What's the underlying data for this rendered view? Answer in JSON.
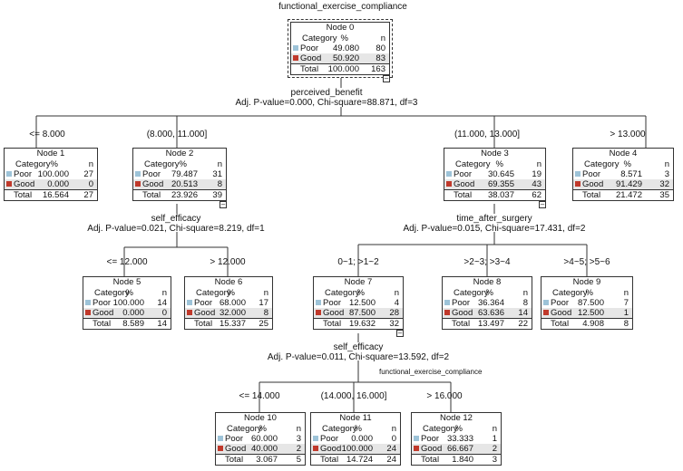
{
  "top_label": "functional_exercise_compliance",
  "mid_label": "functional_exercise_compliance",
  "colors": {
    "poor": "#9dc3d8",
    "good": "#c0392b"
  },
  "headers": {
    "category": "Category",
    "pct": "%",
    "n": "n"
  },
  "nodes": [
    {
      "title": "Node 0",
      "rows": [
        {
          "label": "Poor",
          "pct": "49.080",
          "n": "80"
        },
        {
          "label": "Good",
          "pct": "50.920",
          "n": "83"
        },
        {
          "label": "Total",
          "pct": "100.000",
          "n": "163"
        }
      ]
    },
    {
      "title": "Node 1",
      "rows": [
        {
          "label": "Poor",
          "pct": "100.000",
          "n": "27"
        },
        {
          "label": "Good",
          "pct": "0.000",
          "n": "0"
        },
        {
          "label": "Total",
          "pct": "16.564",
          "n": "27"
        }
      ]
    },
    {
      "title": "Node 2",
      "rows": [
        {
          "label": "Poor",
          "pct": "79.487",
          "n": "31"
        },
        {
          "label": "Good",
          "pct": "20.513",
          "n": "8"
        },
        {
          "label": "Total",
          "pct": "23.926",
          "n": "39"
        }
      ]
    },
    {
      "title": "Node 3",
      "rows": [
        {
          "label": "Poor",
          "pct": "30.645",
          "n": "19"
        },
        {
          "label": "Good",
          "pct": "69.355",
          "n": "43"
        },
        {
          "label": "Total",
          "pct": "38.037",
          "n": "62"
        }
      ]
    },
    {
      "title": "Node 4",
      "rows": [
        {
          "label": "Poor",
          "pct": "8.571",
          "n": "3"
        },
        {
          "label": "Good",
          "pct": "91.429",
          "n": "32"
        },
        {
          "label": "Total",
          "pct": "21.472",
          "n": "35"
        }
      ]
    },
    {
      "title": "Node 5",
      "rows": [
        {
          "label": "Poor",
          "pct": "100.000",
          "n": "14"
        },
        {
          "label": "Good",
          "pct": "0.000",
          "n": "0"
        },
        {
          "label": "Total",
          "pct": "8.589",
          "n": "14"
        }
      ]
    },
    {
      "title": "Node 6",
      "rows": [
        {
          "label": "Poor",
          "pct": "68.000",
          "n": "17"
        },
        {
          "label": "Good",
          "pct": "32.000",
          "n": "8"
        },
        {
          "label": "Total",
          "pct": "15.337",
          "n": "25"
        }
      ]
    },
    {
      "title": "Node 7",
      "rows": [
        {
          "label": "Poor",
          "pct": "12.500",
          "n": "4"
        },
        {
          "label": "Good",
          "pct": "87.500",
          "n": "28"
        },
        {
          "label": "Total",
          "pct": "19.632",
          "n": "32"
        }
      ]
    },
    {
      "title": "Node 8",
      "rows": [
        {
          "label": "Poor",
          "pct": "36.364",
          "n": "8"
        },
        {
          "label": "Good",
          "pct": "63.636",
          "n": "14"
        },
        {
          "label": "Total",
          "pct": "13.497",
          "n": "22"
        }
      ]
    },
    {
      "title": "Node 9",
      "rows": [
        {
          "label": "Poor",
          "pct": "87.500",
          "n": "7"
        },
        {
          "label": "Good",
          "pct": "12.500",
          "n": "1"
        },
        {
          "label": "Total",
          "pct": "4.908",
          "n": "8"
        }
      ]
    },
    {
      "title": "Node 10",
      "rows": [
        {
          "label": "Poor",
          "pct": "60.000",
          "n": "3"
        },
        {
          "label": "Good",
          "pct": "40.000",
          "n": "2"
        },
        {
          "label": "Total",
          "pct": "3.067",
          "n": "5"
        }
      ]
    },
    {
      "title": "Node 11",
      "rows": [
        {
          "label": "Poor",
          "pct": "0.000",
          "n": "0"
        },
        {
          "label": "Good",
          "pct": "100.000",
          "n": "24"
        },
        {
          "label": "Total",
          "pct": "14.724",
          "n": "24"
        }
      ]
    },
    {
      "title": "Node 12",
      "rows": [
        {
          "label": "Poor",
          "pct": "33.333",
          "n": "1"
        },
        {
          "label": "Good",
          "pct": "66.667",
          "n": "2"
        },
        {
          "label": "Total",
          "pct": "1.840",
          "n": "3"
        }
      ]
    }
  ],
  "splits": [
    {
      "variable": "perceived_benefit",
      "stats": "Adj. P-value=0.000, Chi-square=88.871, df=3",
      "branches": [
        "<= 8.000",
        "(8.000, 11.000]",
        "(11.000, 13.000]",
        "> 13.000"
      ]
    },
    {
      "variable": "self_efficacy",
      "stats": "Adj. P-value=0.021, Chi-square=8.219, df=1",
      "branches": [
        "<= 12.000",
        "> 12.000"
      ]
    },
    {
      "variable": "time_after_surgery",
      "stats": "Adj. P-value=0.015, Chi-square=17.431, df=2",
      "branches": [
        "0~1; >1~2",
        ">2~3; >3~4",
        ">4~5; >5~6"
      ]
    },
    {
      "variable": "self_efficacy",
      "stats": "Adj. P-value=0.011, Chi-square=13.592, df=2",
      "branches": [
        "<= 14.000",
        "(14.000, 16.000]",
        "> 16.000"
      ]
    }
  ]
}
